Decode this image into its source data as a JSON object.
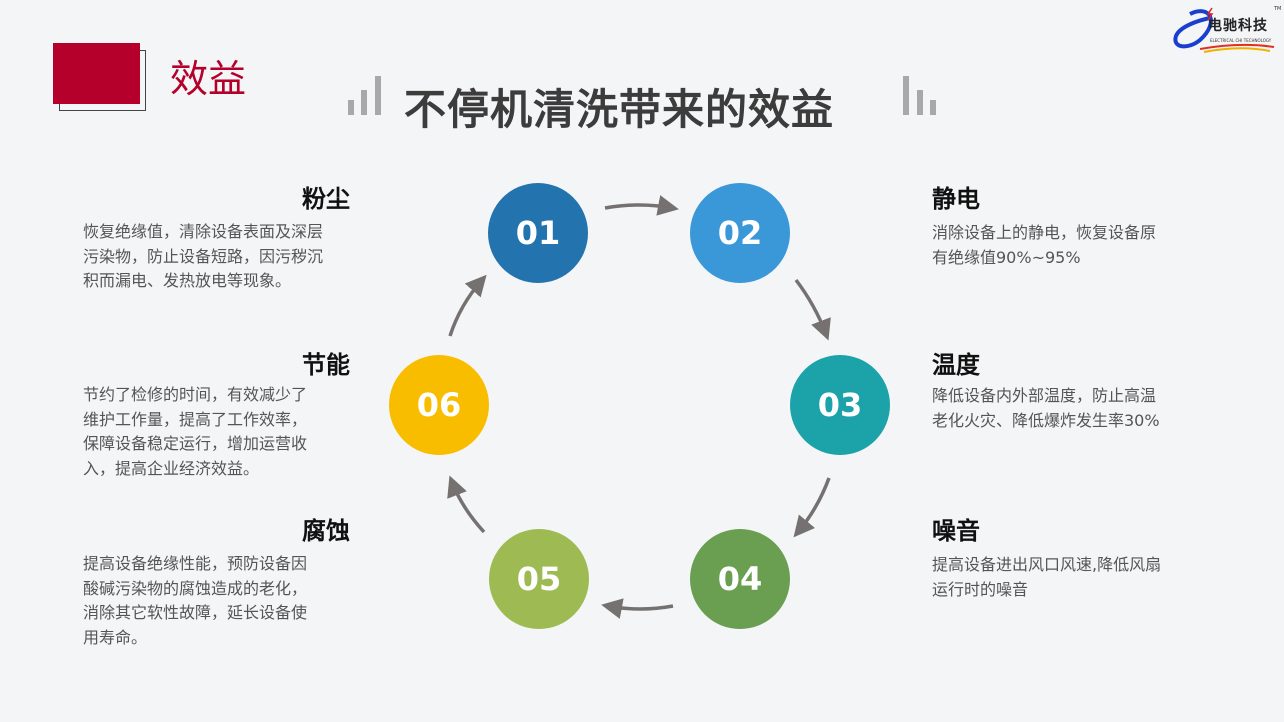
{
  "header": {
    "section_label": "效益",
    "title": "不停机清洗带来的效益"
  },
  "logo": {
    "text": "电驰科技",
    "subtext": "ELECTRICAL CHI TECHNOLOGY",
    "tm": "TM"
  },
  "steps": [
    {
      "num": "01",
      "color": "#2273ae"
    },
    {
      "num": "02",
      "color": "#3a98d9"
    },
    {
      "num": "03",
      "color": "#1ba3a9"
    },
    {
      "num": "04",
      "color": "#6a9f52"
    },
    {
      "num": "05",
      "color": "#9dbb52"
    },
    {
      "num": "06",
      "color": "#f9bd00"
    }
  ],
  "benefits": {
    "dust": {
      "title": "粉尘",
      "lines": [
        "恢复绝缘值，清除设备表面及深层",
        "污染物，防止设备短路，因污秽沉",
        "积而漏电、发热放电等现象。"
      ]
    },
    "energy": {
      "title": "节能",
      "lines": [
        "节约了检修的时间，有效减少了",
        "维护工作量，提高了工作效率，",
        "保障设备稳定运行，增加运营收",
        "入，提高企业经济效益。"
      ]
    },
    "corrosion": {
      "title": "腐蚀",
      "lines": [
        "提高设备绝缘性能，预防设备因",
        "酸碱污染物的腐蚀造成的老化，",
        "消除其它软性故障，延长设备使",
        "用寿命。"
      ]
    },
    "static": {
      "title": "静电",
      "lines": [
        "消除设备上的静电，恢复设备原",
        "有绝缘值90%~95%"
      ]
    },
    "temperature": {
      "title": "温度",
      "lines": [
        "降低设备内外部温度，防止高温",
        "老化火灾、降低爆炸发生率30%"
      ]
    },
    "noise": {
      "title": "噪音",
      "lines": [
        "提高设备进出风口风速,降低风扇",
        "运行时的噪音"
      ]
    }
  }
}
